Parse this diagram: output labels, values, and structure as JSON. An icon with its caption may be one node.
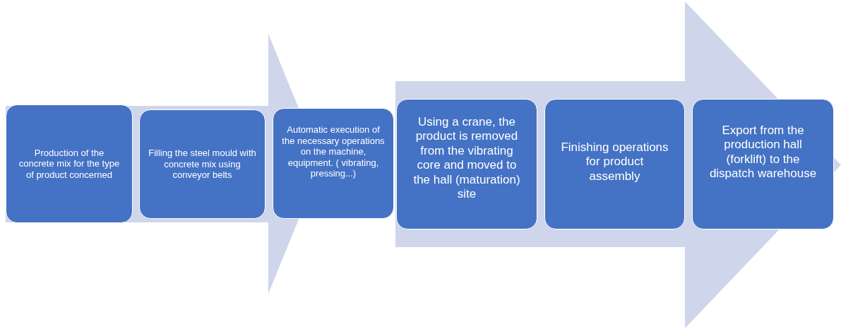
{
  "diagram": {
    "nodes": [
      {
        "text": [
          "Production of the concrete mix for the type of product concerned"
        ]
      },
      {
        "text": [
          "Filling the steel mould with concrete mix using conveyor belts"
        ]
      },
      {
        "text": [
          "Automatic execution of the necessary operations on the machine, equipment. ( vibrating, pressing...)"
        ]
      },
      {
        "text": [
          "Using a crane, the product is removed from the vibrating core and moved to the hall (maturation) site"
        ]
      },
      {
        "text": [
          "Finishing operations for product assembly"
        ]
      },
      {
        "text": [
          "Export from the production hall (forklift) to the dispatch warehouse"
        ]
      }
    ],
    "edges": [
      {
        "from": 0,
        "to": 2,
        "arrow": "to"
      },
      {
        "from": 3,
        "to": 5,
        "arrow": "to"
      }
    ]
  }
}
